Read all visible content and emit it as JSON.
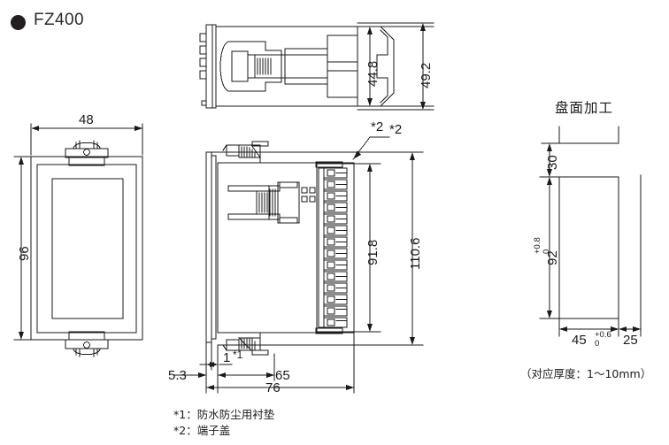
{
  "header": {
    "bullet_icon": "filled-circle-icon",
    "model": "FZ400"
  },
  "views": {
    "front": {
      "name": "front-view",
      "dim_width": "48",
      "dim_height": "96"
    },
    "top": {
      "name": "top-view",
      "dim_inner": "44.8",
      "dim_outer": "49.2",
      "callout": "*2"
    },
    "side": {
      "name": "side-view",
      "callout": "*2",
      "dim_terminal_height": "91.8",
      "dim_total_height": "110.6",
      "dim_bezel": "5.3",
      "dim_gasket": "1",
      "gasket_callout": "*1",
      "dim_body_depth": "65",
      "dim_total_depth": "76",
      "terminal_count": 14
    },
    "panel": {
      "name": "panel-cutout-view",
      "title": "盘面加工",
      "dim_spacing": "30",
      "dim_height": "92",
      "dim_height_tol_upper": "+0.8",
      "dim_height_tol_lower": "0",
      "dim_width": "45",
      "dim_width_tol_upper": "+0.6",
      "dim_width_tol_lower": "0",
      "dim_gap": "25",
      "note": "（对应厚度：1～10mm）"
    }
  },
  "footnotes": [
    "*1：防水防尘用衬垫",
    "*2：端子盖"
  ],
  "colors": {
    "line": "#1a1a1a",
    "text": "#1a1a1a",
    "bullet": "#231f20",
    "background": "#ffffff"
  }
}
